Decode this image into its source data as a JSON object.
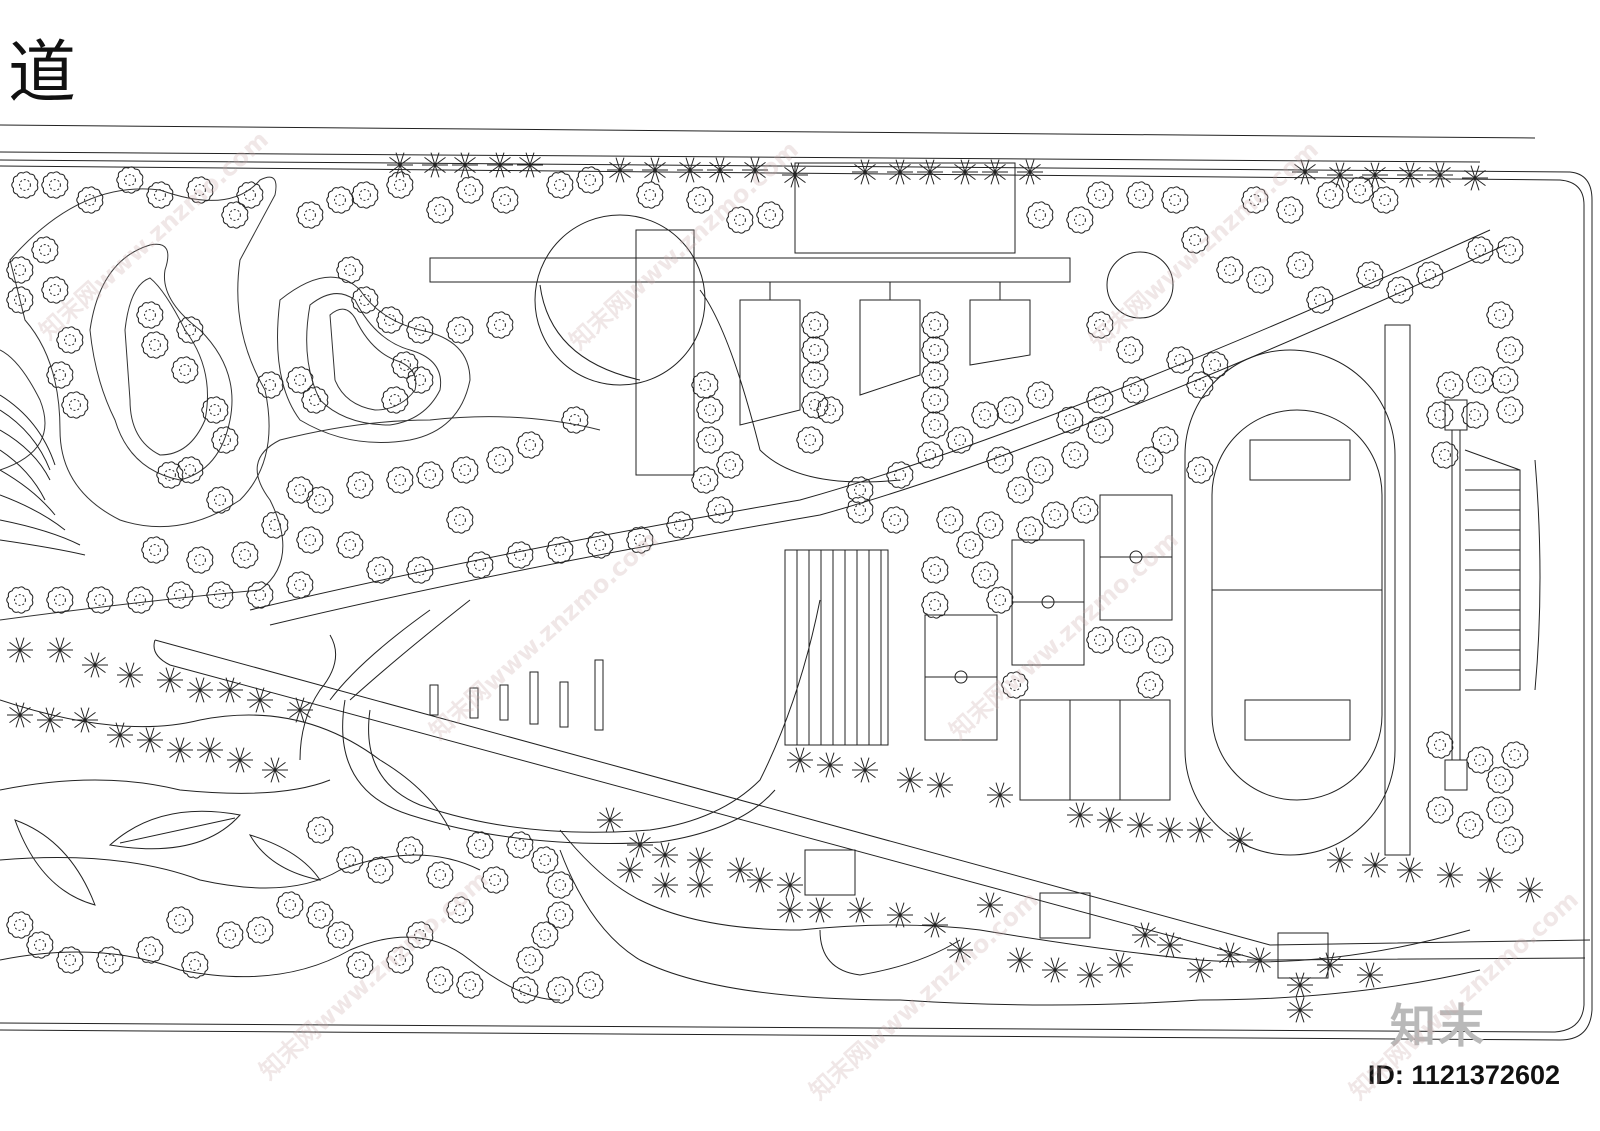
{
  "title_char": "道",
  "id_label": "ID: 1121372602",
  "watermark_logo": "知末",
  "watermark_text": "知末网www.znzmo.com",
  "colors": {
    "line": "#222222",
    "watermark": "#c8aaaa",
    "background": "#ffffff"
  }
}
